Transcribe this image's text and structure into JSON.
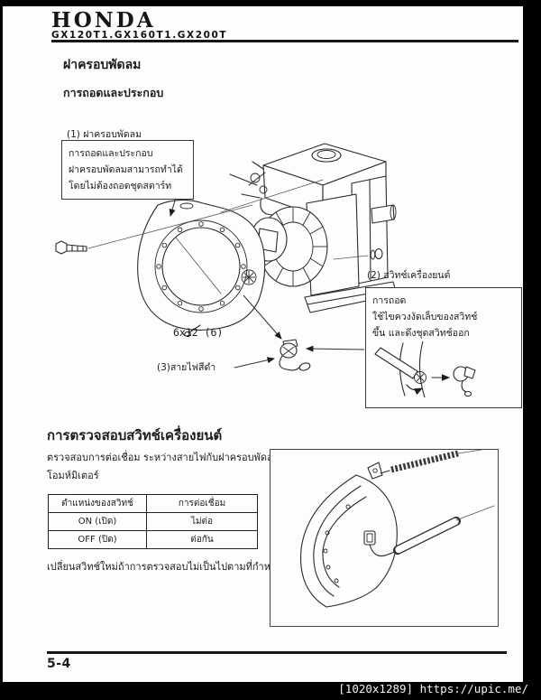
{
  "header": {
    "brand": "HONDA",
    "models": "GX120T1.GX160T1.GX200T"
  },
  "page": {
    "title": "ฝาครอบพัดลม",
    "subtitle": "การถอดและประกอบ"
  },
  "diagram": {
    "callout1": {
      "label": "(1) ฝาครอบพัดลม",
      "note_lines": [
        "การถอดและประกอบ",
        "ฝาครอบพัดลมสามารถทำได้",
        "โดยไม่ต้องถอดชุดสตาร์ท"
      ]
    },
    "callout2": {
      "label": "(2) สวิทช์เครื่องยนต์",
      "note_lines": [
        "การถอด",
        "ใช้ไขควงงัดเล็บของสวิทช์",
        "ขึ้น และดึงชุดสวิทช์ออก"
      ]
    },
    "callout3": {
      "label": "(3)สายไฟสีดำ"
    },
    "bolt_label": "6x12 (6)"
  },
  "inspection": {
    "title": "การตรวจสอบสวิทช์เครื่องยนต์",
    "body_line1": "ตรวจสอบการต่อเชื่อม  ระหว่างสายไฟกับฝาครอบพัดลมด้วย",
    "body_line2": "โอมห์มิเตอร์",
    "table": {
      "headers": [
        "ตำแหน่งของสวิทช์",
        "การต่อเชื่อม"
      ],
      "rows": [
        [
          "ON (เปิด)",
          "ไม่ต่อ"
        ],
        [
          "OFF (ปิด)",
          "ต่อกัน"
        ]
      ]
    },
    "note": "เปลี่ยนสวิทช์ใหม่ถ้าการตรวจสอบไม่เป็นไปตามที่กำหนด"
  },
  "footer": {
    "page_number": "5-4"
  },
  "watermark": "[1020x1289] https://upic.me/",
  "colors": {
    "paper": "#fdfdfd",
    "ink": "#1c1c1c",
    "frame": "#000000"
  }
}
